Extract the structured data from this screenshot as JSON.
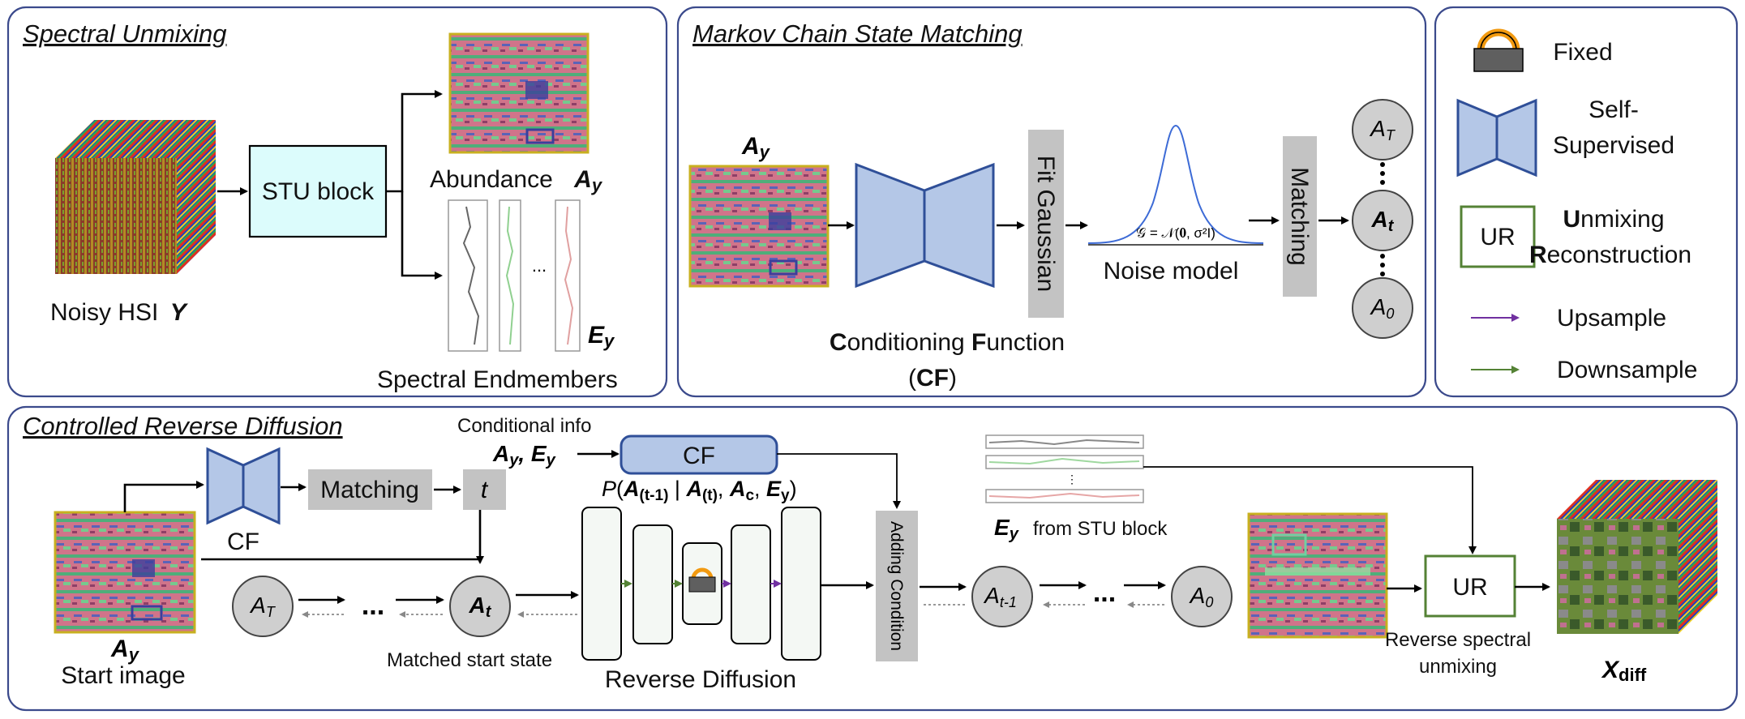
{
  "panels": {
    "spectral_unmixing": {
      "title": "Spectral Unmixing",
      "noisy_label": "Noisy HSI",
      "noisy_symbol": "Y",
      "stu_block": "STU block",
      "abundance_label": "Abundance",
      "abundance_symbol": "A",
      "abundance_sub": "y",
      "endmembers_label": "Spectral Endmembers",
      "endmember_symbol": "E",
      "endmember_sub": "y",
      "ellipsis": "..."
    },
    "markov": {
      "title": "Markov Chain State Matching",
      "ay_symbol": "A",
      "ay_sub": "y",
      "cf_line1_prefix1": "C",
      "cf_line1_rest1": "onditioning ",
      "cf_line1_prefix2": "F",
      "cf_line1_rest2": "unction",
      "cf_line2_open": "(",
      "cf_line2_bold": "CF",
      "cf_line2_close": ")",
      "fit_gaussian": "Fit Gaussian",
      "noise_formula": "𝒢 = 𝒩(𝟎, σ²I)",
      "noise_model": "Noise model",
      "matching": "Matching",
      "state_T": "T",
      "state_t": "t",
      "state_0": "0"
    },
    "legend": {
      "fixed": "Fixed",
      "self_line1": "Self-",
      "self_line2": "Supervised",
      "ur_box": "UR",
      "ur_line1_bold": "U",
      "ur_line1_rest": "nmixing",
      "ur_line2_bold": "R",
      "ur_line2_rest": "econstruction",
      "upsample": "Upsample",
      "downsample": "Downsample",
      "up_color": "#7030a0",
      "down_color": "#548235"
    },
    "reverse": {
      "title": "Controlled Reverse Diffusion",
      "conditional_info": "Conditional info",
      "ay_ey": "A",
      "cf_box": "CF",
      "cf_label": "CF",
      "matching": "Matching",
      "t": "t",
      "prob_text": "P(A(t-1) | A(t), Ac, Ey)",
      "adding_condition": "Adding Condition",
      "ey_from": "from STU block",
      "ey_symbol": "E",
      "ey_sub": "y",
      "start_symbol": "A",
      "start_sub": "y",
      "start_image": "Start image",
      "matched_start": "Matched start state",
      "reverse_diffusion": "Reverse Diffusion",
      "reverse_unmixing_1": "Reverse spectral",
      "reverse_unmixing_2": "unmixing",
      "ur_box": "UR",
      "xdiff_symbol": "X",
      "xdiff_sub": "diff",
      "dots": "...",
      "state_T": "T",
      "state_t": "t",
      "state_tm1": "t-1",
      "state_0": "0"
    }
  }
}
